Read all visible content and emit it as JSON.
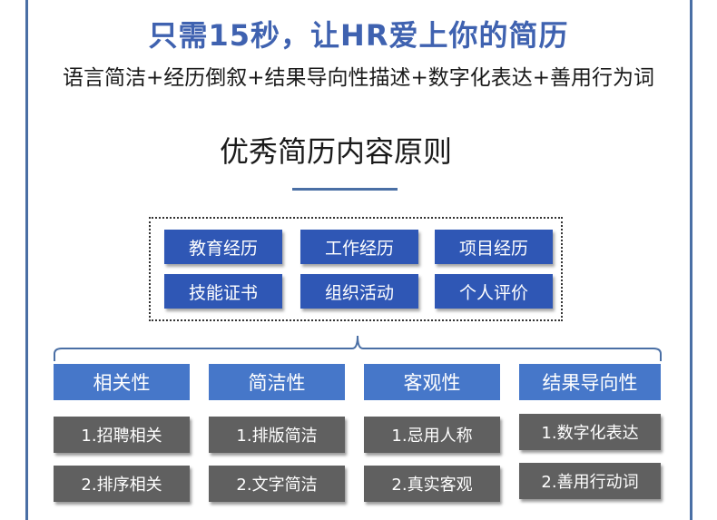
{
  "headline": "只需15秒，让HR爱上你的简历",
  "subline": "语言简洁+经历倒叙+结果导向性描述+数字化表达+善用行为词",
  "section_title": "优秀简历内容原则",
  "principle_tiles": [
    "教育经历",
    "工作经历",
    "项目经历",
    "技能证书",
    "组织活动",
    "个人评价"
  ],
  "categories": [
    {
      "label": "相关性",
      "items": [
        "1.招聘相关",
        "2.排序相关"
      ]
    },
    {
      "label": "简洁性",
      "items": [
        "1.排版简洁",
        "2.文字简洁"
      ]
    },
    {
      "label": "客观性",
      "items": [
        "1.忌用人称",
        "2.真实客观"
      ]
    },
    {
      "label": "结果导向性",
      "items": [
        "1.数字化表达",
        "2.善用行动词"
      ]
    }
  ],
  "colors": {
    "headline": "#3f62b0",
    "tile": "#2f57b5",
    "category": "#4677c9",
    "item": "#606060"
  }
}
